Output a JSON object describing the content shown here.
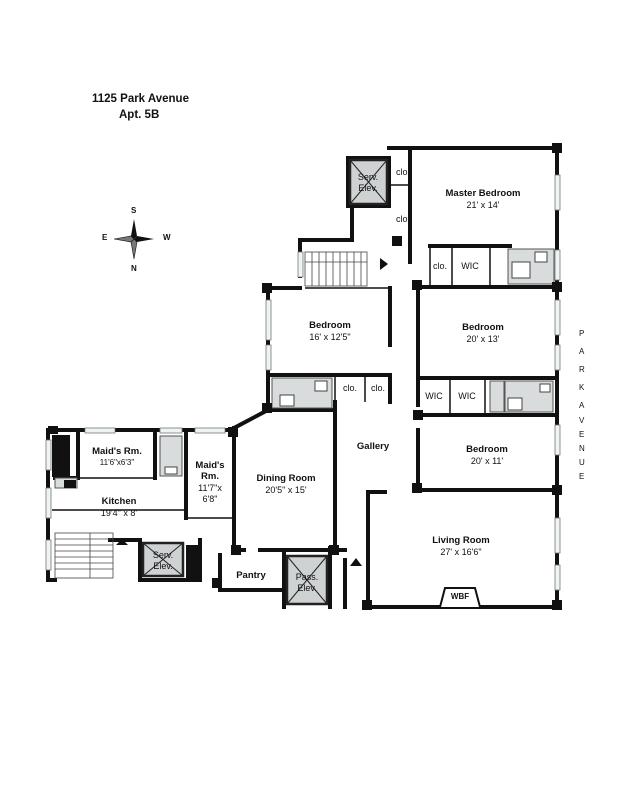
{
  "header": {
    "address": "1125 Park Avenue",
    "apt": "Apt. 5B"
  },
  "compass": {
    "s": "S",
    "w": "W",
    "e": "E",
    "n": "N"
  },
  "street": [
    "P",
    "A",
    "R",
    "K",
    "A",
    "V",
    "E",
    "N",
    "U",
    "E"
  ],
  "rooms": {
    "serv_elev_top": {
      "l1": "Serv.",
      "l2": "Elev."
    },
    "clo_1": "clo.",
    "clo_2": "clo.",
    "master": {
      "name": "Master Bedroom",
      "dim": "21' x 14'"
    },
    "clo_3": "clo.",
    "wic_1": "WIC",
    "bedroom_left": {
      "name": "Bedroom",
      "dim": "16' x 12'5\""
    },
    "bedroom_right": {
      "name": "Bedroom",
      "dim": "20' x 13'"
    },
    "clo_4": "clo.",
    "clo_5": "clo.",
    "wic_2": "WIC",
    "wic_3": "WIC",
    "gallery": "Gallery",
    "bedroom_3": {
      "name": "Bedroom",
      "dim": "20' x 11'"
    },
    "maid_1": {
      "name": "Maid's Rm.",
      "dim": "11'6\"x6'3\""
    },
    "maid_2": {
      "l1": "Maid's",
      "l2": "Rm.",
      "l3": "11'7\"x",
      "l4": "6'8\""
    },
    "kitchen": {
      "name": "Kitchen",
      "dim": "19'4\" x 8'"
    },
    "dining": {
      "name": "Dining Room",
      "dim": "20'5\" x 15'"
    },
    "living": {
      "name": "Living Room",
      "dim": "27' x 16'6\""
    },
    "wbf": "WBF",
    "serv_elev_bottom": {
      "l1": "Serv.",
      "l2": "Elev."
    },
    "pantry": "Pantry",
    "pass_elev": {
      "l1": "Pass.",
      "l2": "Elev."
    }
  }
}
